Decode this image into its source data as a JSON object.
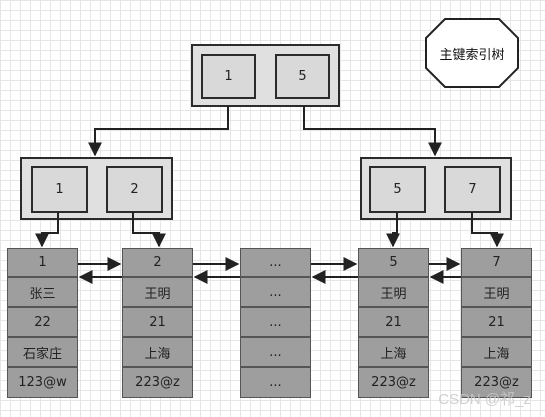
{
  "legend_title": "主键索引树",
  "root_keys": [
    "1",
    "5"
  ],
  "branches": [
    {
      "keys": [
        "1",
        "2"
      ]
    },
    {
      "keys": [
        "5",
        "7"
      ]
    }
  ],
  "leaves": [
    {
      "cells": [
        "1",
        "张三",
        "22",
        "石家庄",
        "123@w"
      ]
    },
    {
      "cells": [
        "2",
        "王明",
        "21",
        "上海",
        "223@z"
      ]
    },
    {
      "cells": [
        "...",
        "...",
        "...",
        "...",
        "..."
      ]
    },
    {
      "cells": [
        "5",
        "王明",
        "21",
        "上海",
        "223@z"
      ]
    },
    {
      "cells": [
        "7",
        "王明",
        "21",
        "上海",
        "223@z"
      ]
    }
  ],
  "watermark": "CSDN @祁_z",
  "colors": {
    "node_fill": "#e0e0e0",
    "key_fill": "#d9d9d9",
    "leaf_fill": "#9e9e9e",
    "stroke": "#2b2b2b"
  }
}
